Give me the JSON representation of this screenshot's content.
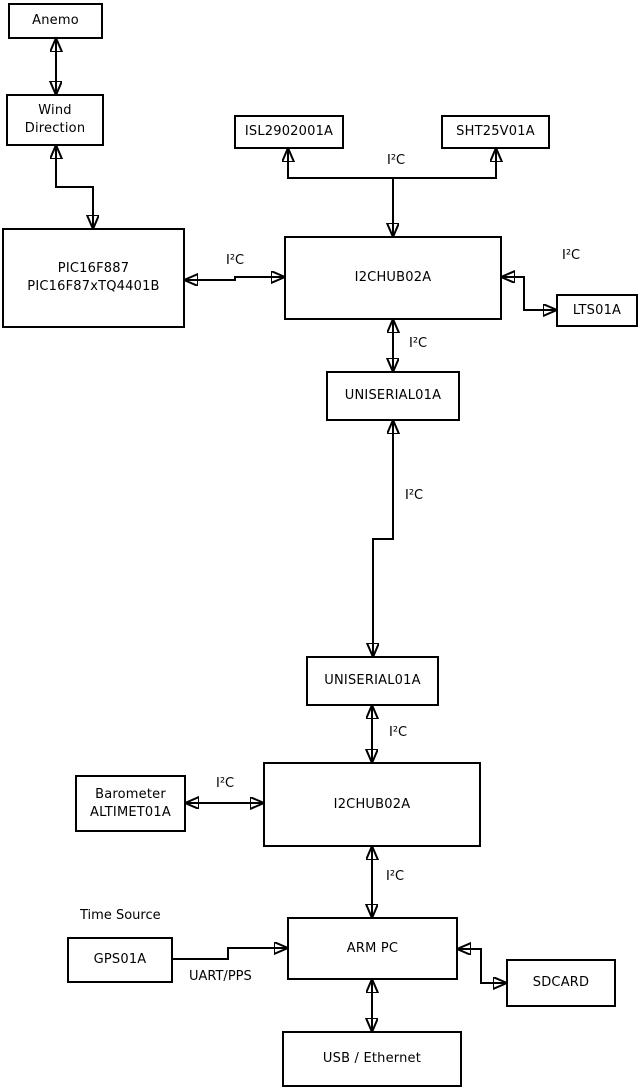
{
  "diagram_type": "block-diagram",
  "colors": {
    "background": "#ffffff",
    "line": "#000000",
    "box_border": "#000000",
    "box_fill": "#ffffff",
    "text": "#000000"
  },
  "nodes": {
    "anemo": {
      "label": "Anemo"
    },
    "wind_direction": {
      "label": "Wind\nDirection"
    },
    "pic": {
      "label": "PIC16F887\nPIC16F87xTQ4401B"
    },
    "isl": {
      "label": "ISL2902001A"
    },
    "sht": {
      "label": "SHT25V01A"
    },
    "hub1": {
      "label": "I2CHUB02A"
    },
    "lts": {
      "label": "LTS01A"
    },
    "uniserial1": {
      "label": "UNISERIAL01A"
    },
    "uniserial2": {
      "label": "UNISERIAL01A"
    },
    "hub2": {
      "label": "I2CHUB02A"
    },
    "barometer": {
      "label": "Barometer\nALTIMET01A"
    },
    "gps": {
      "label": "GPS01A"
    },
    "arm_pc": {
      "label": "ARM PC"
    },
    "sdcard": {
      "label": "SDCARD"
    },
    "usb_ethernet": {
      "label": "USB / Ethernet"
    }
  },
  "edge_labels": {
    "i2c_hub1_sensors": "I²C",
    "i2c_pic_hub1": "I²C",
    "i2c_hub1_lts": "I²C",
    "i2c_hub1_uniserial1": "I²C",
    "i2c_uniserial_link": "I²C",
    "i2c_uniserial2_hub2": "I²C",
    "i2c_barometer_hub2": "I²C",
    "i2c_hub2_armpc": "I²C",
    "time_source": "Time Source",
    "uart_pps": "UART/PPS"
  },
  "edges": [
    {
      "from": "anemo",
      "to": "wind_direction",
      "bidirectional": true
    },
    {
      "from": "wind_direction",
      "to": "pic",
      "bidirectional": true
    },
    {
      "from": "pic",
      "to": "hub1",
      "bidirectional": true,
      "label": "I²C"
    },
    {
      "from": "hub1",
      "to": "isl",
      "bidirectional": true,
      "label": "I²C"
    },
    {
      "from": "hub1",
      "to": "sht",
      "bidirectional": true,
      "label": "I²C"
    },
    {
      "from": "hub1",
      "to": "lts",
      "bidirectional": true,
      "label": "I²C"
    },
    {
      "from": "hub1",
      "to": "uniserial1",
      "bidirectional": true,
      "label": "I²C"
    },
    {
      "from": "uniserial1",
      "to": "uniserial2",
      "bidirectional": true,
      "label": "I²C"
    },
    {
      "from": "uniserial2",
      "to": "hub2",
      "bidirectional": true,
      "label": "I²C"
    },
    {
      "from": "barometer",
      "to": "hub2",
      "bidirectional": true,
      "label": "I²C"
    },
    {
      "from": "hub2",
      "to": "arm_pc",
      "bidirectional": true,
      "label": "I²C"
    },
    {
      "from": "gps",
      "to": "arm_pc",
      "bidirectional": false,
      "label": "UART/PPS"
    },
    {
      "from": "arm_pc",
      "to": "sdcard",
      "bidirectional": true
    },
    {
      "from": "arm_pc",
      "to": "usb_ethernet",
      "bidirectional": true
    }
  ]
}
